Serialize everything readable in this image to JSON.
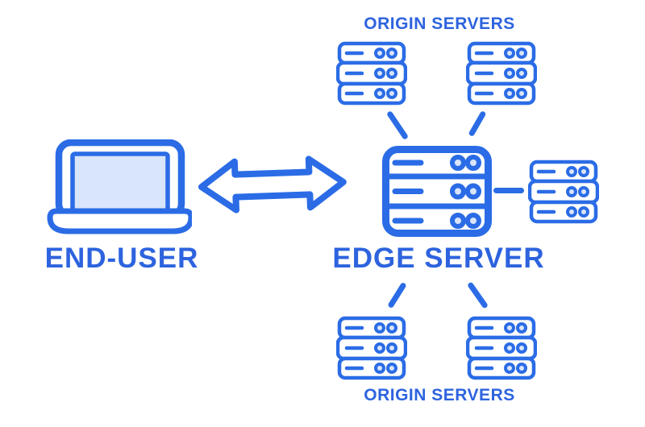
{
  "colors": {
    "primary": "#2b6ce6",
    "text": "#2d63de",
    "light": "#d9e5fa",
    "background": "#ffffff"
  },
  "labels": {
    "origin_servers_top": "ORIGIN SERVERS",
    "origin_servers_bottom": "ORIGIN SERVERS",
    "edge_server": "EDGE SERVER",
    "end_user": "END-USER"
  },
  "nodes": [
    {
      "id": "end-user",
      "label": "END-USER",
      "type": "laptop-icon"
    },
    {
      "id": "edge-server",
      "label": "EDGE SERVER",
      "type": "server-rack-large-icon"
    },
    {
      "id": "origin-server-top-left",
      "label": "ORIGIN SERVERS",
      "type": "server-rack-icon"
    },
    {
      "id": "origin-server-top-right",
      "label": "ORIGIN SERVERS",
      "type": "server-rack-icon"
    },
    {
      "id": "origin-server-right",
      "label": "",
      "type": "server-rack-icon"
    },
    {
      "id": "origin-server-bottom-left",
      "label": "ORIGIN SERVERS",
      "type": "server-rack-icon"
    },
    {
      "id": "origin-server-bottom-right",
      "label": "ORIGIN SERVERS",
      "type": "server-rack-icon"
    }
  ],
  "connections": [
    {
      "from": "end-user",
      "to": "edge-server",
      "style": "bidirectional-arrow"
    },
    {
      "from": "edge-server",
      "to": "origin-server-top-left",
      "style": "line"
    },
    {
      "from": "edge-server",
      "to": "origin-server-top-right",
      "style": "line"
    },
    {
      "from": "edge-server",
      "to": "origin-server-right",
      "style": "line"
    },
    {
      "from": "edge-server",
      "to": "origin-server-bottom-left",
      "style": "line"
    },
    {
      "from": "edge-server",
      "to": "origin-server-bottom-right",
      "style": "line"
    }
  ]
}
